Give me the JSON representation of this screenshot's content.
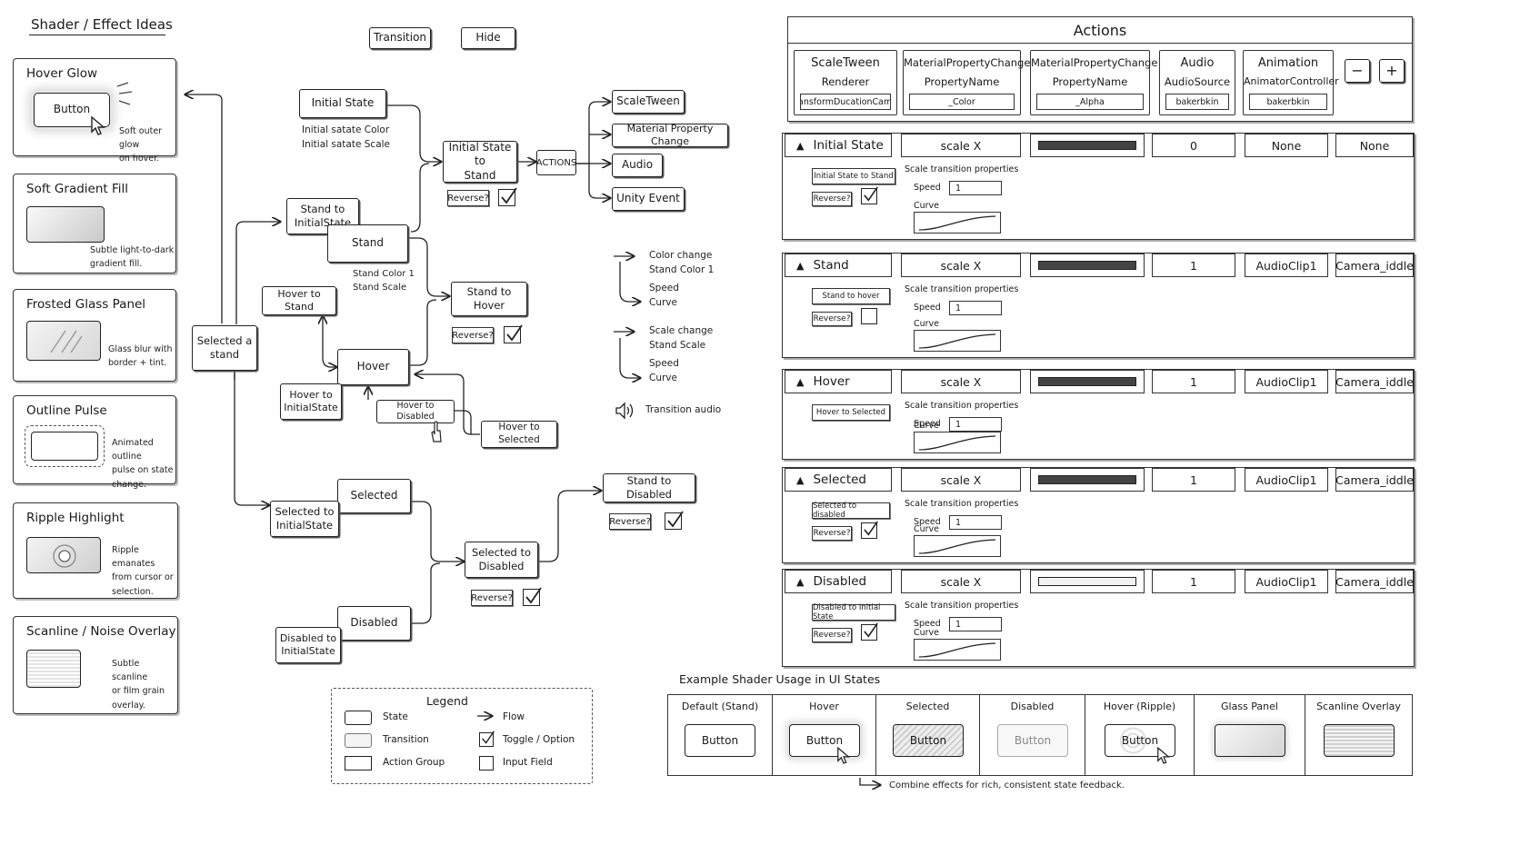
{
  "left": {
    "title": "Shader / Effect Ideas",
    "cards": [
      {
        "title": "Hover Glow",
        "sample": "Button",
        "desc1": "Soft outer glow",
        "desc2": "on hover."
      },
      {
        "title": "Soft Gradient Fill",
        "desc1": "Subtle light-to-dark",
        "desc2": "gradient fill."
      },
      {
        "title": "Frosted Glass Panel",
        "desc1": "Glass blur with",
        "desc2": "border + tint."
      },
      {
        "title": "Outline Pulse",
        "desc1": "Animated outline",
        "desc2": "pulse on state",
        "desc3": "change."
      },
      {
        "title": "Ripple Highlight",
        "desc1": "Ripple emanates",
        "desc2": "from cursor or",
        "desc3": "selection."
      },
      {
        "title": "Scanline / Noise Overlay",
        "desc1": "Subtle scanline",
        "desc2": "or film grain",
        "desc3": "overlay."
      }
    ]
  },
  "top_buttons": {
    "transition": "Transition",
    "hide": "Hide"
  },
  "graph": {
    "initial_state": "Initial State",
    "initial_notes": [
      "Initial satate Color",
      "Initial satate Scale"
    ],
    "initial_to_stand": [
      "Initial State to",
      "Stand"
    ],
    "actions": "ACTIONS",
    "action_items": [
      "ScaleTween",
      "Material Property Change",
      "Audio",
      "Unity Event"
    ],
    "stand_to_initial": [
      "Stand to",
      "InitialState"
    ],
    "stand": "Stand",
    "stand_notes": [
      "Stand Color 1",
      "Stand Scale"
    ],
    "hover_to_stand": "Hover to Stand",
    "stand_to_hover": "Stand to Hover",
    "selected_a_stand": [
      "Selected a",
      "stand"
    ],
    "hover": "Hover",
    "hover_to_initial": [
      "Hover to",
      "InitialState"
    ],
    "hover_to_disabled": "Hover to Disabled",
    "hover_to_selected": "Hover to Selected",
    "selected": "Selected",
    "selected_to_initial": [
      "Selected to",
      "InitialState"
    ],
    "selected_to_disabled": [
      "Selected to",
      "Disabled"
    ],
    "stand_to_disabled": "Stand to Disabled",
    "disabled": "Disabled",
    "disabled_to_initial": [
      "Disabled to",
      "InitialState"
    ],
    "reverse": "Reverse?"
  },
  "key": {
    "color_change": [
      "Color change",
      "Stand Color 1"
    ],
    "speed_curve_1": [
      "Speed",
      "Curve"
    ],
    "scale_change": [
      "Scale change",
      "Stand Scale"
    ],
    "speed_curve_2": [
      "Speed",
      "Curve"
    ],
    "transition_audio": "Transition audio"
  },
  "legend": {
    "title": "Legend",
    "state": "State",
    "transition": "Transition",
    "action_group": "Action Group",
    "flow": "Flow",
    "toggle": "Toggle / Option",
    "input": "Input Field"
  },
  "actions_panel": {
    "title": "Actions",
    "columns": [
      {
        "type": "ScaleTween",
        "sub": "Renderer",
        "field": "TransformDucationCam..."
      },
      {
        "type": "MaterialPropertyChange",
        "sub": "PropertyName",
        "field": "_Color"
      },
      {
        "type": "MaterialPropertyChange",
        "sub": "PropertyName",
        "field": "_Alpha"
      },
      {
        "type": "Audio",
        "sub": "AudioSource",
        "field": "bakerbkin"
      },
      {
        "type": "Animation",
        "sub": "AnimatorController",
        "field": "bakerbkin"
      }
    ],
    "minus": "−",
    "plus": "+"
  },
  "states": [
    {
      "name": "Initial State",
      "scale": "scale X",
      "value": "0",
      "audio": "None",
      "anim": "None",
      "transition": "Initial State to Stand",
      "reverse": "Reverse?",
      "checked": true,
      "props": "Scale transition properties",
      "speed_label": "Speed",
      "speed": "1",
      "curve_label": "Curve",
      "bar": "dark"
    },
    {
      "name": "Stand",
      "scale": "scale X",
      "value": "1",
      "audio": "AudioClip1",
      "anim": "Camera_iddle",
      "transition": "Stand to hover",
      "reverse": "Reverse?",
      "checked": false,
      "props": "Scale transition properties",
      "speed_label": "Speed",
      "speed": "1",
      "curve_label": "Curve",
      "bar": "dark"
    },
    {
      "name": "Hover",
      "scale": "scale X",
      "value": "1",
      "audio": "AudioClip1",
      "anim": "Camera_iddle",
      "transition": "Hover to Selected",
      "reverse": "",
      "checked": null,
      "props": "Scale transition properties",
      "speed_label": "Speed",
      "speed": "1",
      "curve_label": "Curve",
      "bar": "dark"
    },
    {
      "name": "Selected",
      "scale": "scale X",
      "value": "1",
      "audio": "AudioClip1",
      "anim": "Camera_iddle",
      "transition": "Selected to disabled",
      "reverse": "Reverse?",
      "checked": true,
      "props": "Scale transition properties",
      "speed_label": "Speed",
      "speed": "1",
      "curve_label": "Curve",
      "bar": "dark"
    },
    {
      "name": "Disabled",
      "scale": "scale X",
      "value": "1",
      "audio": "AudioClip1",
      "anim": "Camera_iddle",
      "transition": "Disabled to Initial State",
      "reverse": "Reverse?",
      "checked": true,
      "props": "Scale transition properties",
      "speed_label": "Speed",
      "speed": "1",
      "curve_label": "Curve",
      "bar": "light"
    }
  ],
  "examples": {
    "title": "Example Shader Usage in UI States",
    "items": [
      {
        "label": "Default (Stand)",
        "button": "Button"
      },
      {
        "label": "Hover",
        "button": "Button"
      },
      {
        "label": "Selected",
        "button": "Button"
      },
      {
        "label": "Disabled",
        "button": "Button"
      },
      {
        "label": "Hover (Ripple)",
        "button": "Button"
      },
      {
        "label": "Glass Panel",
        "button": ""
      },
      {
        "label": "Scanline Overlay",
        "button": ""
      }
    ],
    "footnote": "Combine effects for rich, consistent state feedback."
  }
}
